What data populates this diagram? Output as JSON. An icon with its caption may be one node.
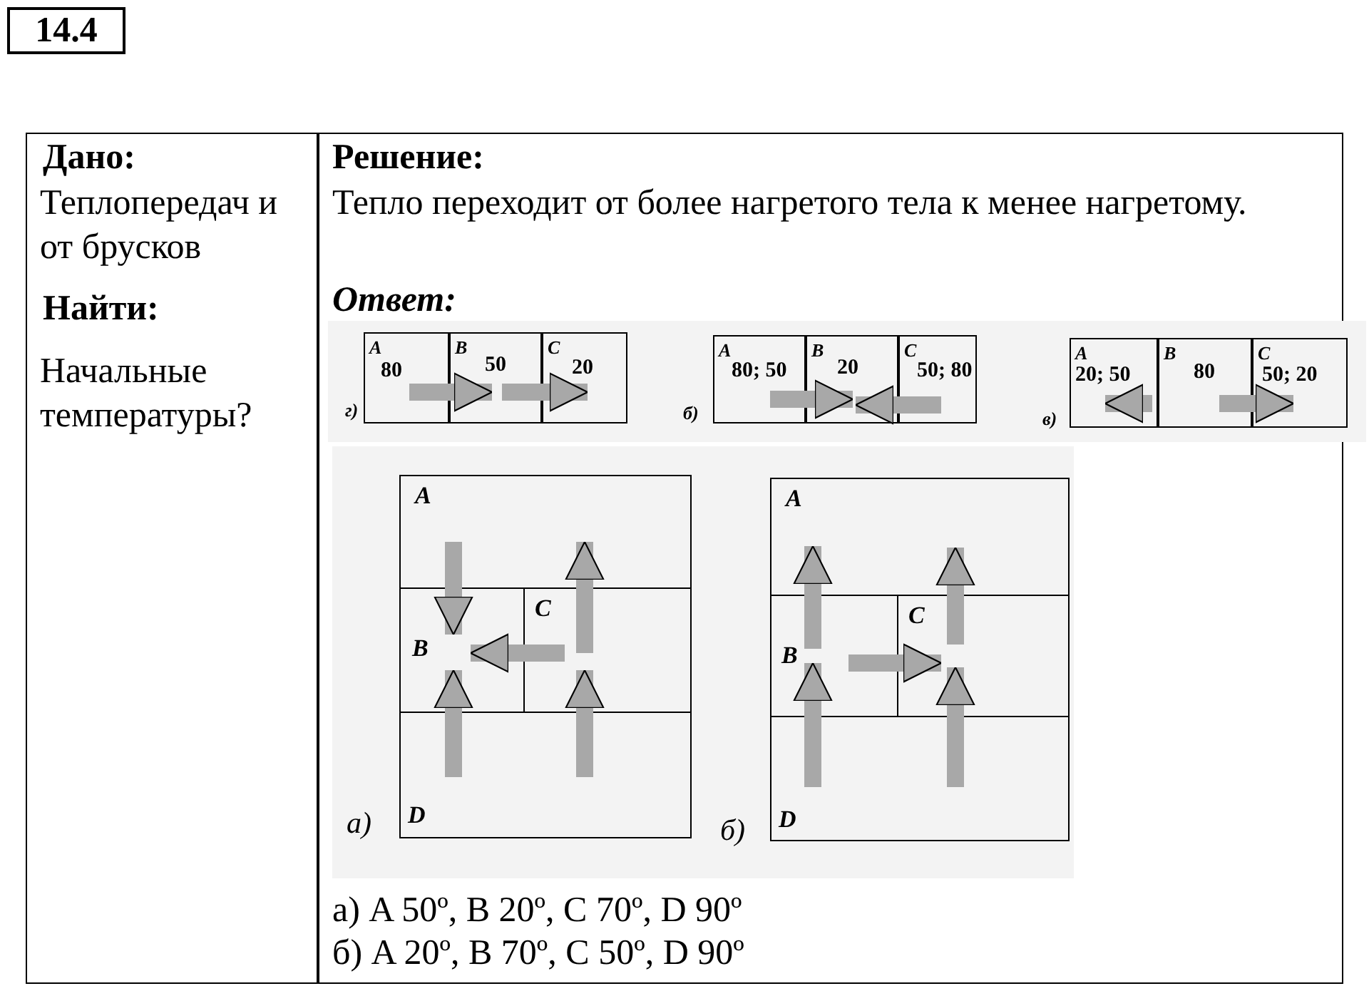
{
  "diagram": {
    "title": "14.4",
    "nodes": [
      {
        "text": [
          "A",
          "80"
        ]
      },
      {
        "text": [
          "B",
          "50"
        ]
      },
      {
        "text": [
          "C",
          "20"
        ]
      },
      {
        "text": [
          "A",
          "80; 50"
        ]
      },
      {
        "text": [
          "B",
          "20"
        ]
      },
      {
        "text": [
          "C",
          "50; 80"
        ]
      },
      {
        "text": [
          "A",
          "20; 50"
        ]
      },
      {
        "text": [
          "B",
          "80"
        ]
      },
      {
        "text": [
          "C",
          "50; 20"
        ]
      },
      {
        "text": [
          "A"
        ]
      },
      {
        "text": [
          "B"
        ]
      },
      {
        "text": [
          "C"
        ]
      },
      {
        "text": [
          "D"
        ]
      },
      {
        "text": [
          "A"
        ]
      },
      {
        "text": [
          "B"
        ]
      },
      {
        "text": [
          "C"
        ]
      },
      {
        "text": [
          "D"
        ]
      }
    ],
    "edges": [
      {
        "from": 0,
        "to": 1,
        "arrow": "to"
      },
      {
        "from": 1,
        "to": 2,
        "arrow": "to"
      },
      {
        "from": 3,
        "to": 4,
        "arrow": "to"
      },
      {
        "from": 5,
        "to": 4,
        "arrow": "to"
      },
      {
        "from": 7,
        "to": 6,
        "arrow": "to"
      },
      {
        "from": 7,
        "to": 8,
        "arrow": "to"
      },
      {
        "from": 9,
        "to": 10,
        "arrow": "to"
      },
      {
        "from": 11,
        "to": 10,
        "arrow": "to"
      },
      {
        "from": 12,
        "to": 10,
        "arrow": "to"
      },
      {
        "from": 11,
        "to": 9,
        "arrow": "to"
      },
      {
        "from": 12,
        "to": 11,
        "arrow": "to"
      },
      {
        "from": 14,
        "to": 13,
        "arrow": "to"
      },
      {
        "from": 15,
        "to": 13,
        "arrow": "to"
      },
      {
        "from": 16,
        "to": 14,
        "arrow": "to"
      },
      {
        "from": 14,
        "to": 15,
        "arrow": "to"
      },
      {
        "from": 16,
        "to": 15,
        "arrow": "to"
      }
    ],
    "labels": [
      "Дано:",
      "Решение:",
      "Теплопередач и от брусков",
      "Тепло переходит от более нагретого тела к менее нагретому.",
      "Найти:",
      "Ответ:",
      "Начальные температуры?",
      "г)",
      "б)",
      "в)",
      "а)",
      "б)",
      "а) A 50º, B 20º, C 70º, D 90º",
      "б) A 20º, B 70º, C 50º, D 90º"
    ]
  }
}
